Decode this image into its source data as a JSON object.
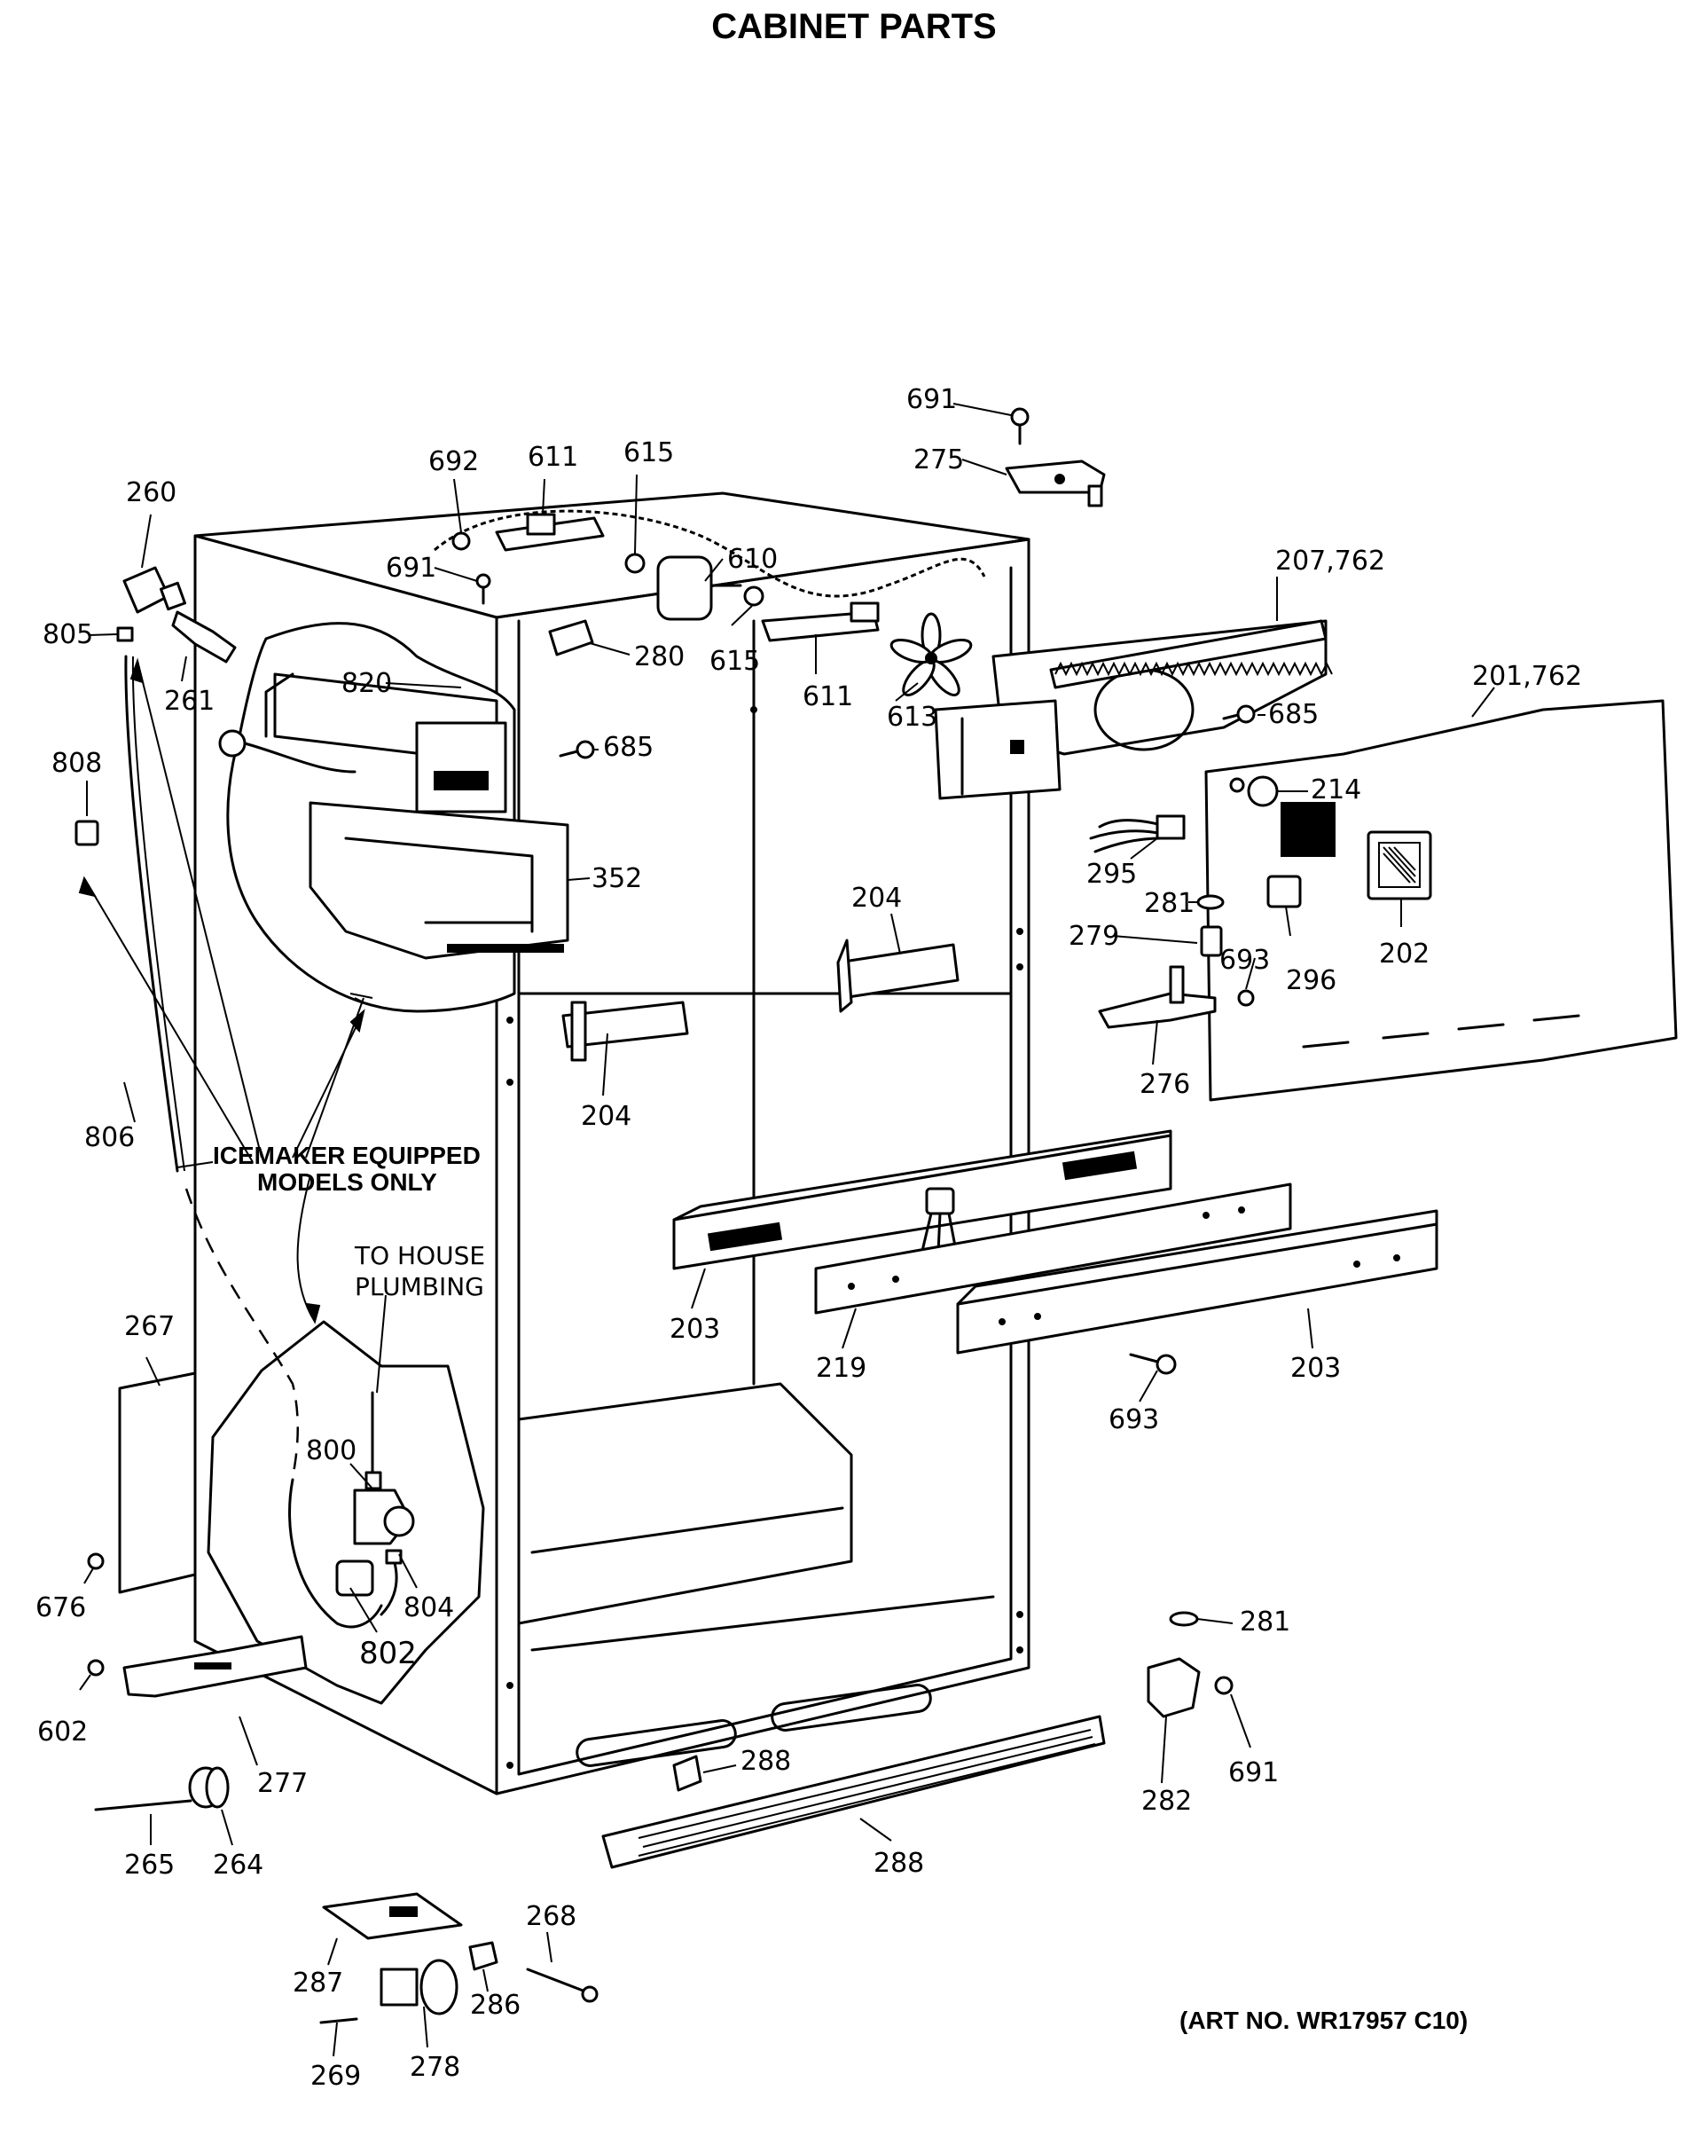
{
  "title": "CABINET PARTS",
  "art_number": "(ART NO. WR17957 C10)",
  "note_icemaker_line1": "ICEMAKER EQUIPPED",
  "note_icemaker_line2": "MODELS ONLY",
  "note_plumbing_line1": "TO HOUSE",
  "note_plumbing_line2": "PLUMBING",
  "callouts": [
    {
      "id": "c691a",
      "text": "691"
    },
    {
      "id": "c275",
      "text": "275"
    },
    {
      "id": "c692",
      "text": "692"
    },
    {
      "id": "c611a",
      "text": "611"
    },
    {
      "id": "c615a",
      "text": "615"
    },
    {
      "id": "c260",
      "text": "260"
    },
    {
      "id": "c610",
      "text": "610"
    },
    {
      "id": "c691b",
      "text": "691"
    },
    {
      "id": "c207",
      "text": "207,762"
    },
    {
      "id": "c805",
      "text": "805"
    },
    {
      "id": "c615b",
      "text": "615"
    },
    {
      "id": "c280",
      "text": "280"
    },
    {
      "id": "c261",
      "text": "261"
    },
    {
      "id": "c820",
      "text": "820"
    },
    {
      "id": "c611b",
      "text": "611"
    },
    {
      "id": "c613",
      "text": "613"
    },
    {
      "id": "c685a",
      "text": "685"
    },
    {
      "id": "c201",
      "text": "201,762"
    },
    {
      "id": "c685b",
      "text": "685"
    },
    {
      "id": "c808",
      "text": "808"
    },
    {
      "id": "c214",
      "text": "214"
    },
    {
      "id": "c352",
      "text": "352"
    },
    {
      "id": "c295",
      "text": "295"
    },
    {
      "id": "c204a",
      "text": "204"
    },
    {
      "id": "c281a",
      "text": "281"
    },
    {
      "id": "c279",
      "text": "279"
    },
    {
      "id": "c693a",
      "text": "693"
    },
    {
      "id": "c202",
      "text": "202"
    },
    {
      "id": "c296",
      "text": "296"
    },
    {
      "id": "c276",
      "text": "276"
    },
    {
      "id": "c204b",
      "text": "204"
    },
    {
      "id": "c806",
      "text": "806"
    },
    {
      "id": "c203a",
      "text": "203"
    },
    {
      "id": "c219",
      "text": "219"
    },
    {
      "id": "c203b",
      "text": "203"
    },
    {
      "id": "c267",
      "text": "267"
    },
    {
      "id": "c693b",
      "text": "693"
    },
    {
      "id": "c800",
      "text": "800"
    },
    {
      "id": "c804",
      "text": "804"
    },
    {
      "id": "c676",
      "text": "676"
    },
    {
      "id": "c802",
      "text": "802"
    },
    {
      "id": "c281b",
      "text": "281"
    },
    {
      "id": "c602",
      "text": "602"
    },
    {
      "id": "c277",
      "text": "277"
    },
    {
      "id": "c288a",
      "text": "288"
    },
    {
      "id": "c691c",
      "text": "691"
    },
    {
      "id": "c282",
      "text": "282"
    },
    {
      "id": "c265",
      "text": "265"
    },
    {
      "id": "c264",
      "text": "264"
    },
    {
      "id": "c288b",
      "text": "288"
    },
    {
      "id": "c268",
      "text": "268"
    },
    {
      "id": "c287",
      "text": "287"
    },
    {
      "id": "c286",
      "text": "286"
    },
    {
      "id": "c269",
      "text": "269"
    },
    {
      "id": "c278",
      "text": "278"
    }
  ]
}
